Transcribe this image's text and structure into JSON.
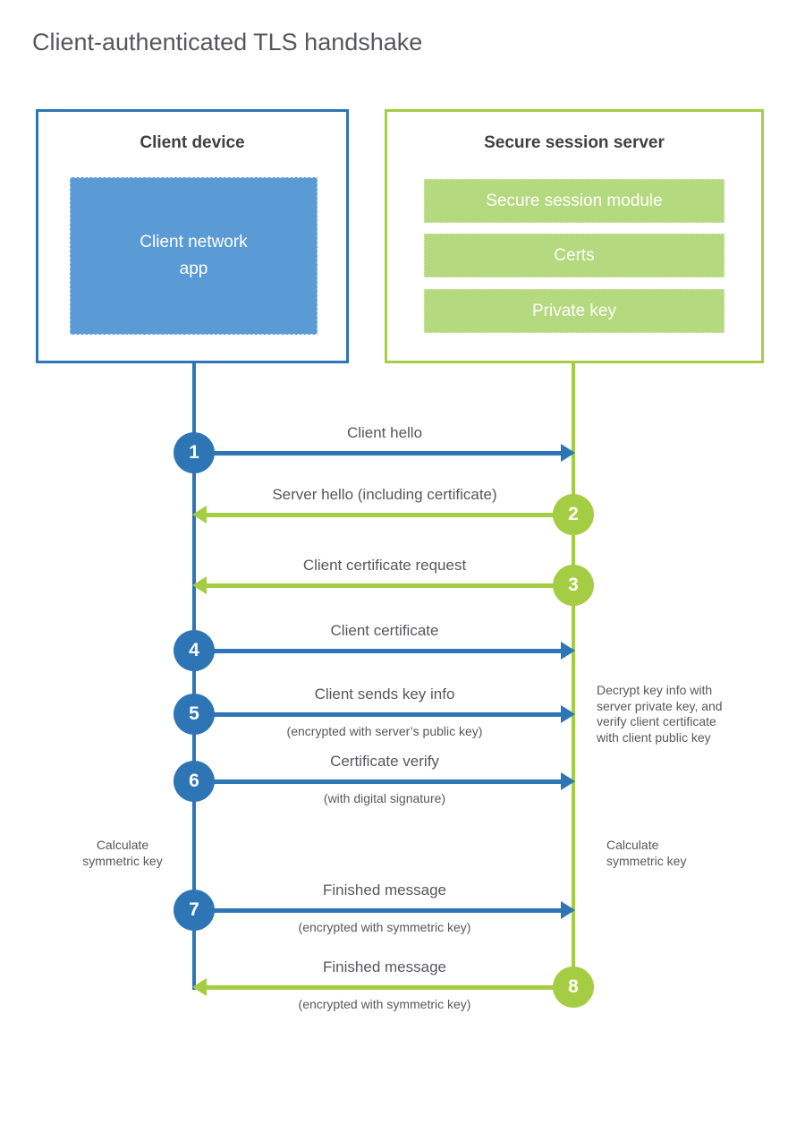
{
  "title": "Client-authenticated TLS handshake",
  "colors": {
    "blue": "#2e75b6",
    "blue_fill": "#5b9bd5",
    "green": "#a5cd43",
    "green_fill": "#b4d97e"
  },
  "client_box": {
    "title": "Client device",
    "app": "Client network\napp"
  },
  "server_box": {
    "title": "Secure session server",
    "modules": [
      {
        "label": "Secure session module"
      },
      {
        "label": "Certs"
      },
      {
        "label": "Private key"
      }
    ]
  },
  "steps": [
    {
      "num": "1",
      "direction": "client-to-server",
      "color": "blue",
      "label": "Client hello"
    },
    {
      "num": "2",
      "direction": "server-to-client",
      "color": "green",
      "label": "Server hello (including certificate)"
    },
    {
      "num": "3",
      "direction": "server-to-client",
      "color": "green",
      "label": "Client certificate request"
    },
    {
      "num": "4",
      "direction": "client-to-server",
      "color": "blue",
      "label": "Client certificate"
    },
    {
      "num": "5",
      "direction": "client-to-server",
      "color": "blue",
      "label": "Client sends key info",
      "sublabel": "(encrypted with server’s public key)"
    },
    {
      "num": "6",
      "direction": "client-to-server",
      "color": "blue",
      "label": "Certificate verify",
      "sublabel": "(with digital signature)"
    },
    {
      "num": "7",
      "direction": "client-to-server",
      "color": "blue",
      "label": "Finished message",
      "sublabel": "(encrypted with symmetric key)"
    },
    {
      "num": "8",
      "direction": "server-to-client",
      "color": "green",
      "label": "Finished message",
      "sublabel": "(encrypted with symmetric key)"
    }
  ],
  "annotations": {
    "decrypt_note": "Decrypt key info with\nserver private key, and\nverify client certificate\nwith client public key",
    "calculate_left": "Calculate\nsymmetric key",
    "calculate_right": "Calculate\nsymmetric key"
  }
}
